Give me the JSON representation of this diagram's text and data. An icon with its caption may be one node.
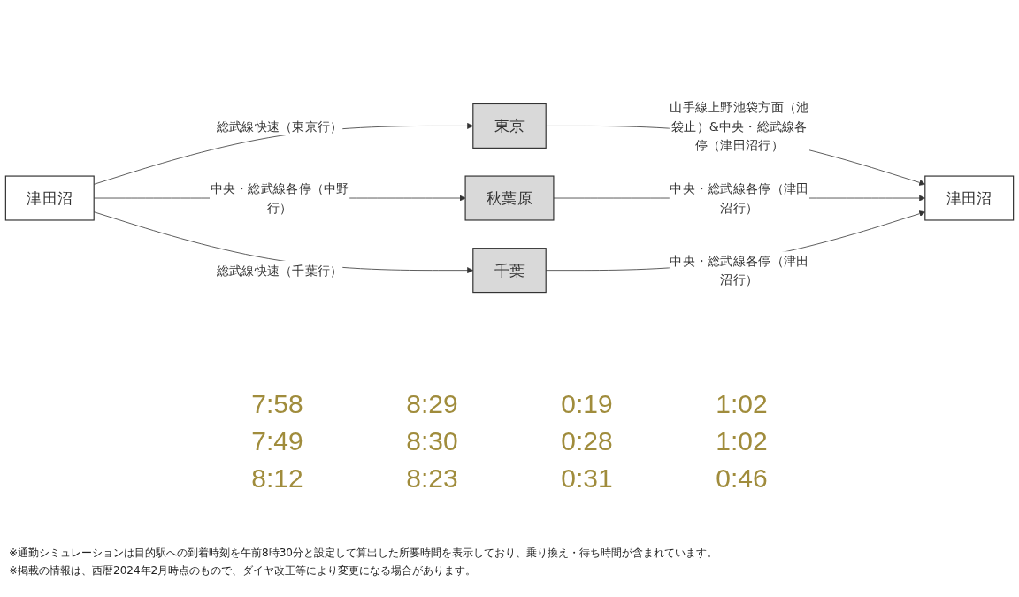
{
  "diagram": {
    "nodes": [
      {
        "text": [
          "津田沼"
        ]
      },
      {
        "text": [
          "東京"
        ]
      },
      {
        "text": [
          "秋葉原"
        ]
      },
      {
        "text": [
          "千葉"
        ]
      },
      {
        "text": [
          "津田沼"
        ]
      }
    ],
    "edges": [
      {
        "from": 0,
        "to": 1,
        "arrow": "to",
        "label": "総武線快速（東京行）"
      },
      {
        "from": 1,
        "to": 4,
        "arrow": "to",
        "label": "山手線上野池袋方面（池袋止）&中央・総武線各停（津田沼行）"
      },
      {
        "from": 0,
        "to": 2,
        "arrow": "to",
        "label": "中央・総武線各停（中野行）"
      },
      {
        "from": 2,
        "to": 4,
        "arrow": "to",
        "label": "中央・総武線各停（津田沼行）"
      },
      {
        "from": 0,
        "to": 3,
        "arrow": "to",
        "label": "総武線快速（千葉行）"
      },
      {
        "from": 3,
        "to": 4,
        "arrow": "to",
        "label": "中央・総武線各停（津田沼行）"
      }
    ],
    "labels": [
      "7:58",
      "8:29",
      "0:19",
      "1:02",
      "7:49",
      "8:30",
      "0:28",
      "1:02",
      "8:12",
      "8:23",
      "0:31",
      "0:46",
      "※通勤シミュレーションは目的駅への到着時刻を午前8時30分と設定して算出した所要時間を表示しており、乗り換え・待ち時間が含まれています。",
      "※掲載の情報は、西暦2024年2月時点のもので、ダイヤ改正等により変更になる場合があります。"
    ]
  }
}
